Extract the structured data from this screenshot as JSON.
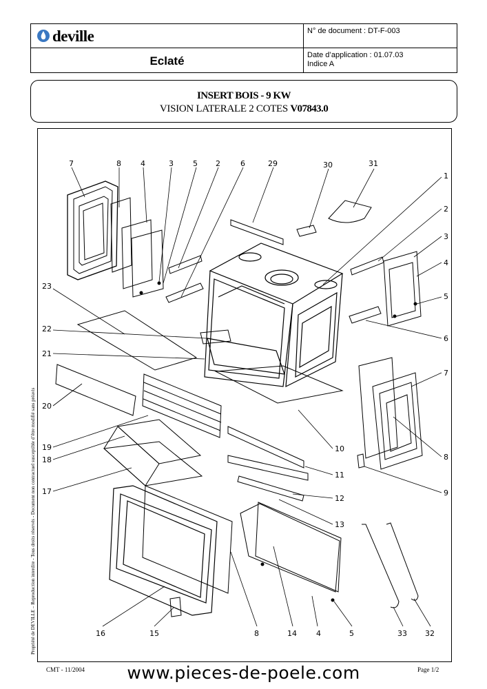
{
  "header": {
    "logo_text": "deville",
    "title": "Eclaté",
    "document_number": "N° de document : DT-F-003",
    "application_date": "Date d’application : 01.07.03",
    "index": "Indice A"
  },
  "titlebox": {
    "line1": "INSERT BOIS - 9 KW",
    "line2_prefix": "VISION LATERALE 2 COTES ",
    "line2_ref": "V07843.0"
  },
  "sidebar_text": "Propriété de DEVILLE – Reproduction interdite - Tous droits réservés - Document non contractuel susceptible d’être modifié sans préavis",
  "diagram_labels": {
    "l7": "7",
    "l8": "8",
    "l4": "4",
    "l3": "3",
    "l5": "5",
    "l2": "2",
    "l6": "6",
    "l29": "29",
    "l30": "30",
    "l31": "31",
    "r1": "1",
    "r2": "2",
    "r3": "3",
    "r4": "4",
    "r5": "5",
    "r6": "6",
    "r7": "7",
    "r8": "8",
    "r9": "9",
    "r10": "10",
    "r11": "11",
    "r12": "12",
    "r13": "13",
    "l23": "23",
    "l22": "22",
    "l21": "21",
    "l20": "20",
    "l19": "19",
    "l18": "18",
    "l17": "17",
    "b16": "16",
    "b15": "15",
    "b8": "8",
    "b14": "14",
    "b4": "4",
    "b5": "5",
    "b33": "33",
    "b32": "32"
  },
  "footer": {
    "left": "CMT - 11/2004",
    "url": "www.pieces-de-poele.com",
    "right": "Page 1/2"
  }
}
